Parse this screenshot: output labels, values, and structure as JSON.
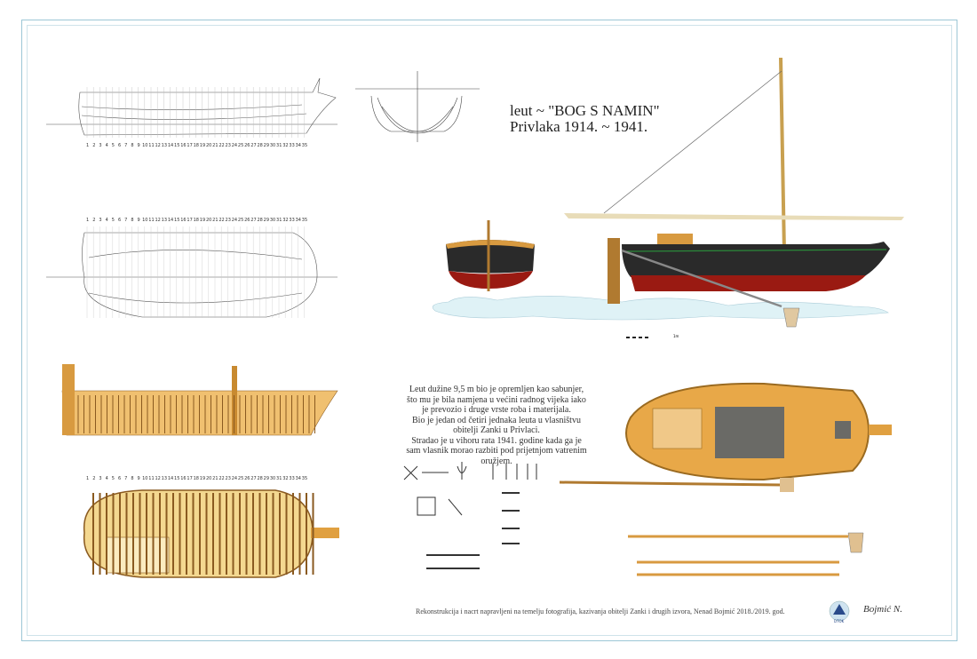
{
  "title": {
    "line1": "leut ~ \"BOG S NAMIN\"",
    "line2": "Privlaka 1914. ~ 1941."
  },
  "description": [
    "Leut dužine 9,5 m bio je opremljen kao sabunjer,",
    "što mu je bila namjena u većini radnog vijeka iako",
    "je prevozio i druge vrste roba i materijala.",
    "Bio je jedan od četiri jednaka leuta u vlasništvu",
    "obitelji Zanki u Privlaci.",
    "Stradao je u vihoru rata 1941. godine kada ga je",
    "sam vlasnik morao razbiti pod prijetnjom vatrenim",
    "oružjem."
  ],
  "credit": "Rekonstrukcija i nacrt napravljeni na temelju fotografija, kazivanja obitelji Zanki i drugih izvora, Nenad Bojmić 2018./2019. god.",
  "signature": "Bojmić N.",
  "logo_text": "DTOK",
  "scale_label": "1m",
  "stations": [
    "1",
    "2",
    "3",
    "4",
    "5",
    "6",
    "7",
    "8",
    "9",
    "10",
    "11",
    "12",
    "13",
    "14",
    "15",
    "16",
    "17",
    "18",
    "19",
    "20",
    "21",
    "22",
    "23",
    "24",
    "25",
    "26",
    "27",
    "28",
    "29",
    "30",
    "31",
    "32",
    "33",
    "34",
    "35"
  ],
  "colors": {
    "wood": "#e0a040",
    "hull_dark": "#2a2a2a",
    "bottom_red": "#9a1a12",
    "water": "#dff2f6",
    "frame": "#9cc7d6"
  }
}
